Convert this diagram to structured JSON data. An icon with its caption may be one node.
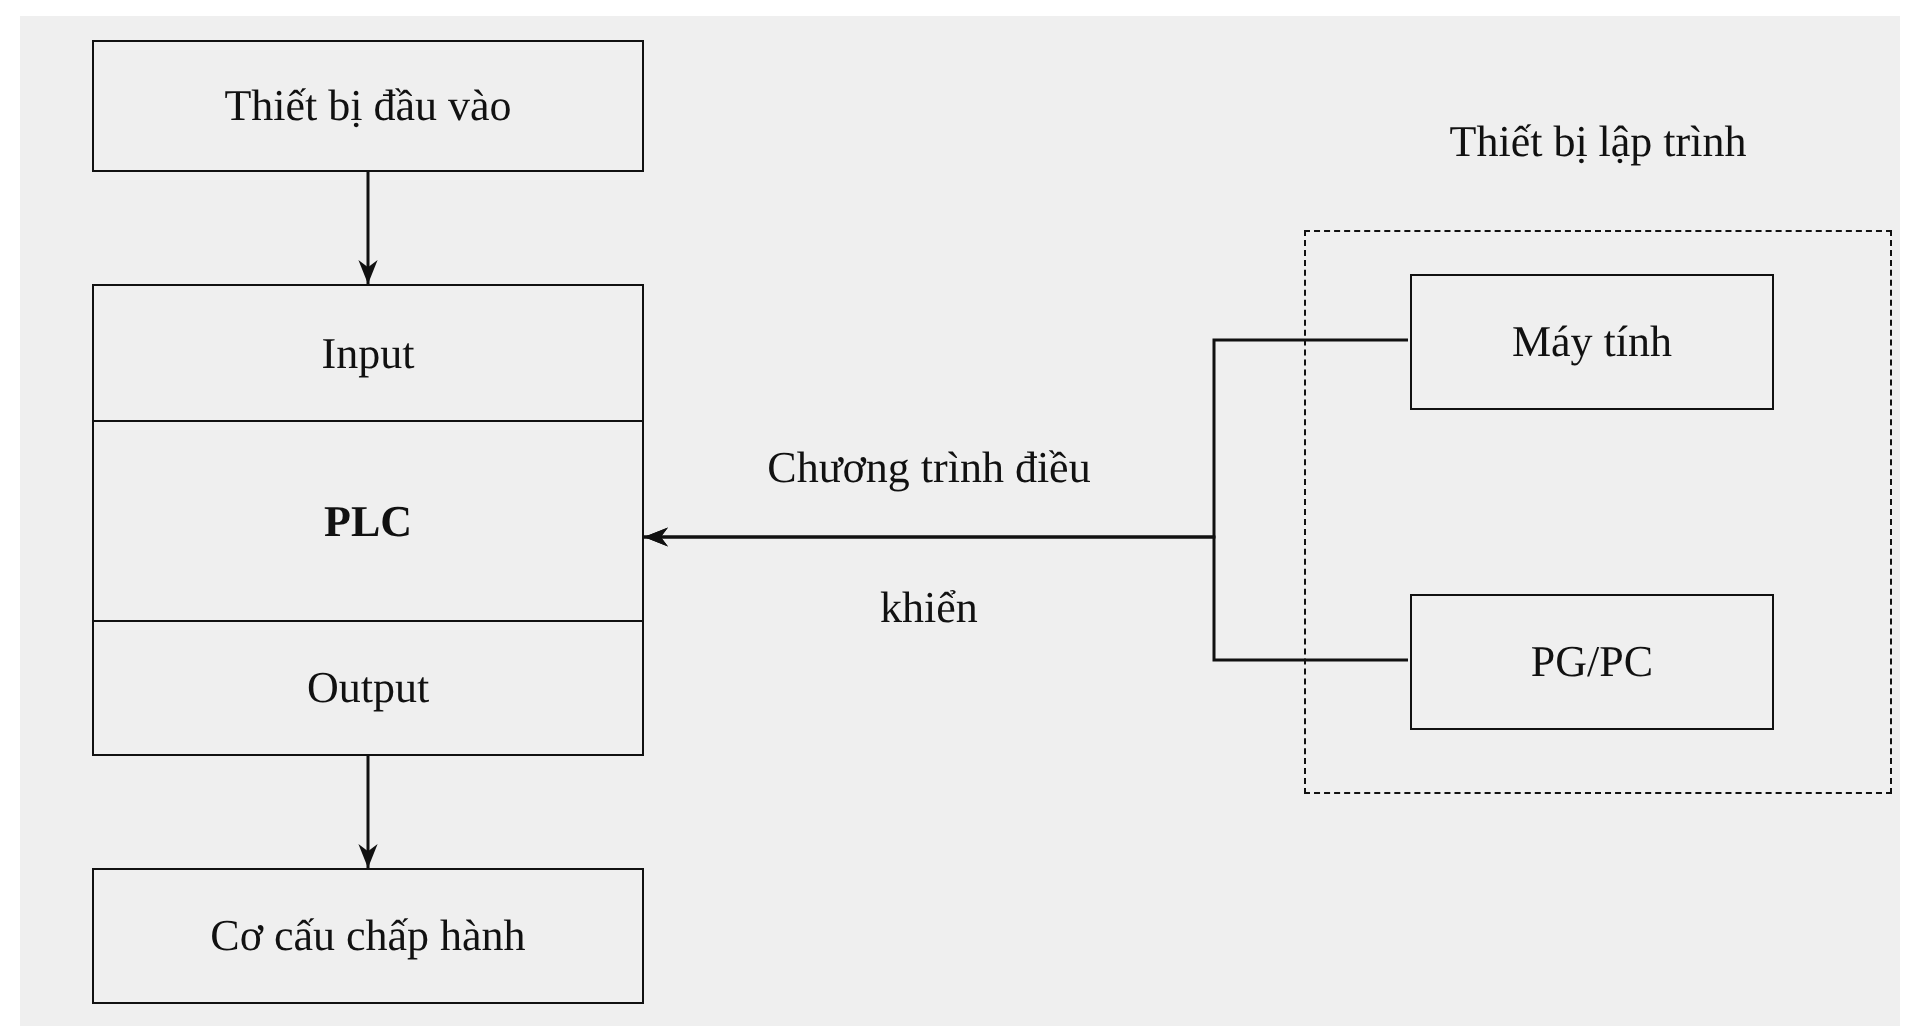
{
  "diagram": {
    "nodes": [
      {
        "text": [
          "Thiết bị đầu vào"
        ]
      },
      {
        "text": [
          "Input"
        ]
      },
      {
        "text": [
          "PLC"
        ]
      },
      {
        "text": [
          "Output"
        ]
      },
      {
        "text": [
          "Cơ cấu chấp hành"
        ]
      },
      {
        "text": [
          "Thiết bị lập trình"
        ]
      },
      {
        "text": [
          "Máy tính"
        ],
        "in": 5
      },
      {
        "text": [
          "PG/PC"
        ],
        "in": 5
      }
    ],
    "edges": [
      {
        "from": 0,
        "to": 1,
        "arrow": "to"
      },
      {
        "from": 3,
        "to": 4,
        "arrow": "to"
      },
      {
        "from": 6,
        "to": 2,
        "arrow": "to",
        "label": "Chương trình điều khiển"
      },
      {
        "from": 7,
        "to": 2,
        "arrow": "to"
      }
    ]
  }
}
